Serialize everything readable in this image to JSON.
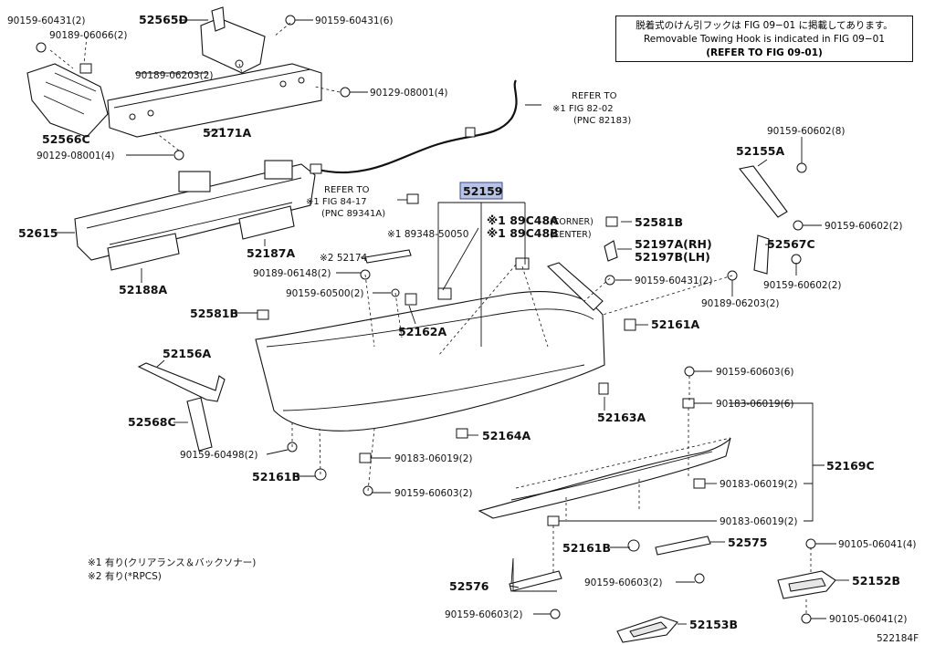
{
  "notice": {
    "line_jp": "脱着式のけん引フックは FIG 09−01 に掲載してあります。",
    "line_en": "Removable Towing Hook is indicated in FIG 09−01",
    "line_ref": "(REFER TO FIG 09-01)"
  },
  "refers": {
    "harness_a": [
      "REFER TO",
      "※1 FIG 82-02",
      "(PNC 82183)"
    ],
    "harness_b": [
      "REFER TO",
      "※1 FIG 84-17",
      "(PNC 89341A)"
    ]
  },
  "labels": {
    "l01": "90159-60431(2)",
    "l02": "90189-06066(2)",
    "l03": "52565D",
    "l04": "90159-60431(6)",
    "l05": "90189-06203(2)",
    "l06": "90129-08001(4)",
    "l07": "52566C",
    "l08": "52171A",
    "l09": "90129-08001(4)",
    "l10": "52615",
    "l11": "52187A",
    "l12": "52188A",
    "l13": "52159",
    "l14": "※1 89348-50050",
    "l15": "※1 89C48A",
    "l15b": "(CORNER)",
    "l16": "※1 89C48B",
    "l16b": "(CENTER)",
    "l17": "※2 52174",
    "l18": "90189-06148(2)",
    "l19": "90159-60500(2)",
    "l20": "52162A",
    "l21": "52581B",
    "l22": "52581B",
    "l23": "52197A(RH)",
    "l24": "52197B(LH)",
    "l25": "90159-60431(2)",
    "l26": "90159-60602(8)",
    "l27": "52155A",
    "l28": "90159-60602(2)",
    "l29": "52567C",
    "l30": "90159-60602(2)",
    "l31": "90189-06203(2)",
    "l32": "52161A",
    "l33": "52156A",
    "l34": "52568C",
    "l35": "90159-60603(6)",
    "l36": "90183-06019(6)",
    "l37": "52163A",
    "l38": "52164A",
    "l39": "90159-60498(2)",
    "l40": "90183-06019(2)",
    "l41": "52161B",
    "l42": "90159-60603(2)",
    "l43": "52169C",
    "l44": "90183-06019(2)",
    "l45": "90183-06019(2)",
    "l46": "52161B",
    "l47": "52575",
    "l48": "90105-06041(4)",
    "l49": "52576",
    "l50": "90159-60603(2)",
    "l51": "52152B",
    "l52": "90159-60603(2)",
    "l53": "52153B",
    "l54": "90105-06041(2)"
  },
  "footnotes": {
    "note1": "※1 有り(クリアランス＆バックソナー)",
    "note2": "※2 有り(*RPCS)"
  },
  "figure_code": "522184F",
  "colors": {
    "highlight": "#b9c3e6",
    "line": "#111111",
    "background": "#ffffff"
  }
}
